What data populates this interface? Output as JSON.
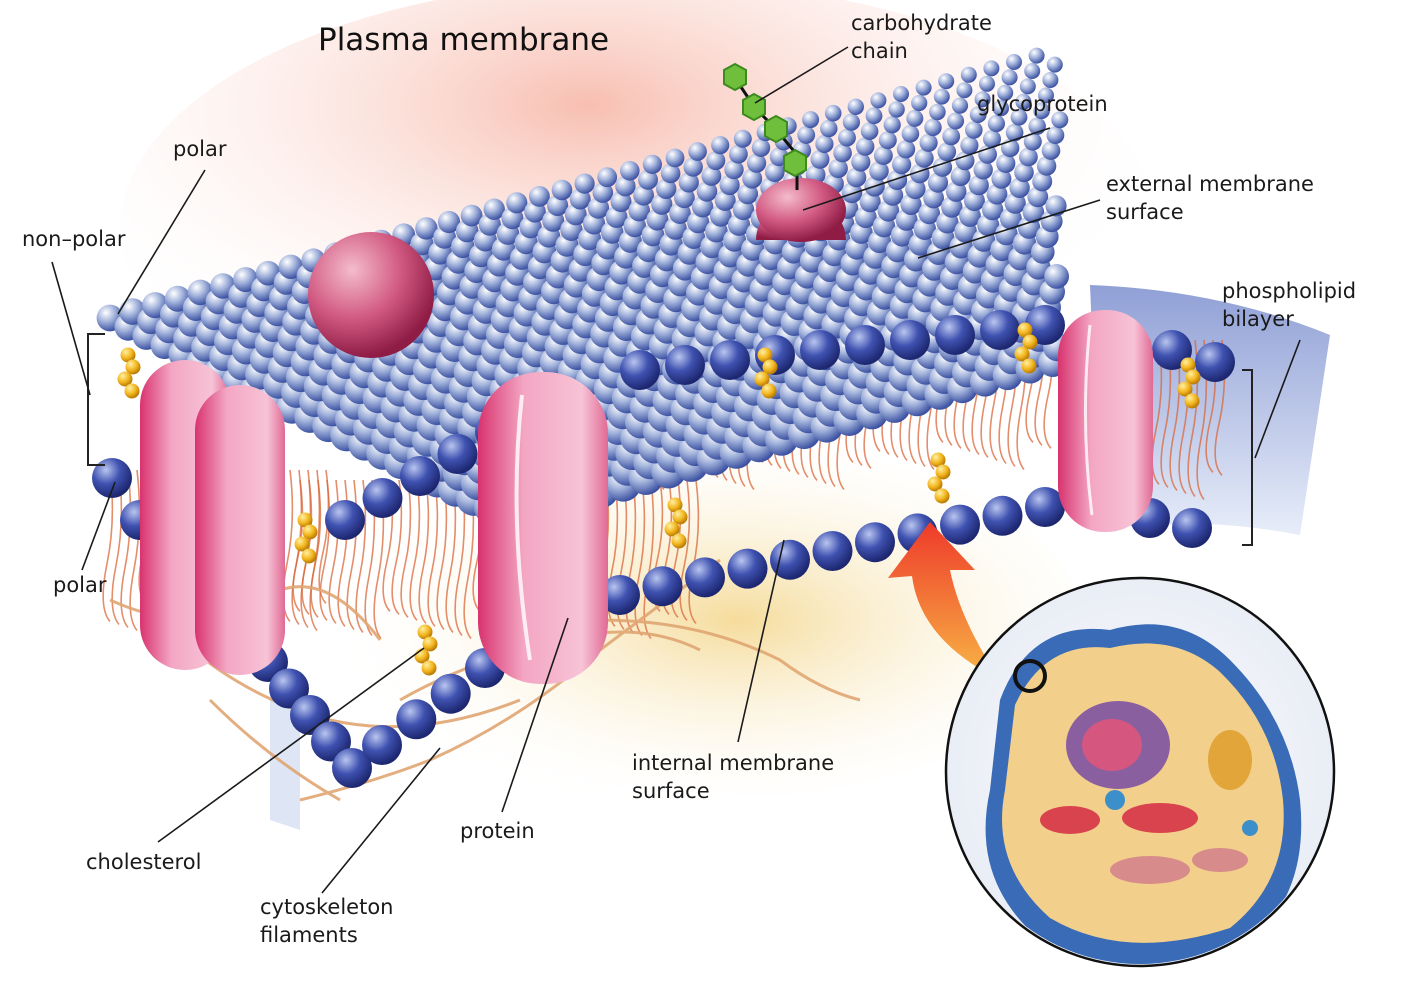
{
  "title": "Plasma membrane",
  "labels": {
    "carbohydrate_chain": [
      "carbohydrate",
      "chain"
    ],
    "glycoprotein": "glycoprotein",
    "external_surface": [
      "external membrane",
      "surface"
    ],
    "phospholipid_bilayer": [
      "phospholipid",
      "bilayer"
    ],
    "polar_top": "polar",
    "non_polar": "non–polar",
    "polar_bottom": "polar",
    "cholesterol": "cholesterol",
    "cytoskeleton": [
      "cytoskeleton",
      "filaments"
    ],
    "protein": "protein",
    "internal_surface": [
      "internal membrane",
      "surface"
    ]
  },
  "colors": {
    "top_bead_light": "#dfe6f2",
    "top_bead_dark": "#5a6fae",
    "edge_bead": "#2b3a8f",
    "tail": "#d9673a",
    "protein": "#f1a2bf",
    "protein_dark": "#d6336e",
    "cholesterol": "#f2b41c",
    "carbohydrate": "#6fbf3c",
    "arrow": "#f05a28",
    "glow_red": "#f7b7a8",
    "glow_yellow": "#f4d890"
  },
  "icons": [
    "cell-inset-icon",
    "arrow-icon",
    "glycoprotein-icon",
    "protein-channel-icon",
    "cholesterol-icon"
  ]
}
